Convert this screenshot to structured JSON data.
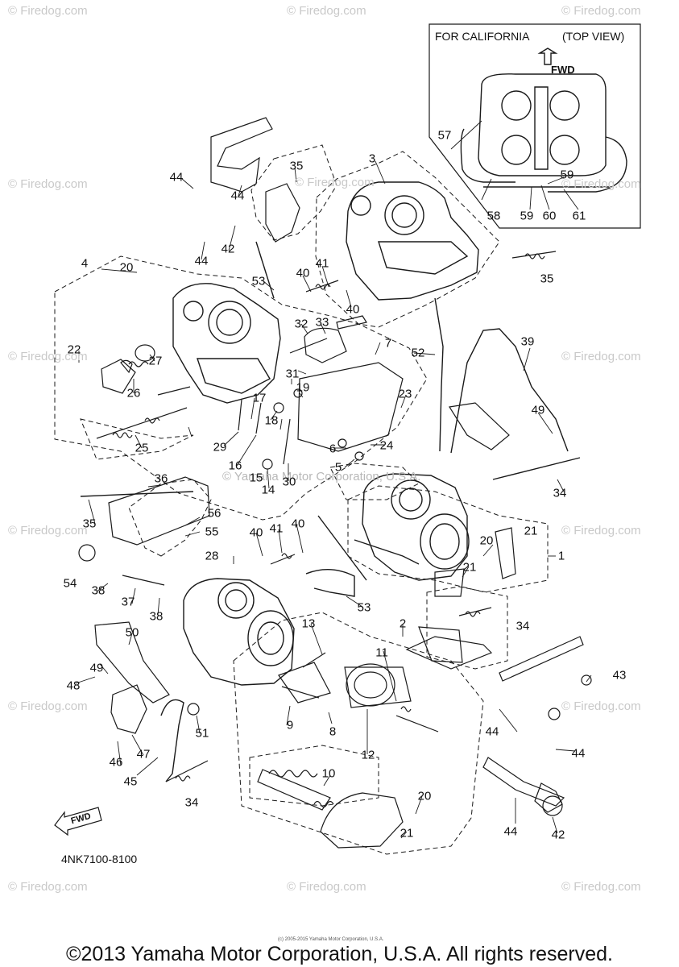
{
  "watermark_text": "© Firedog.com",
  "inset": {
    "title_left": "FOR CALIFORNIA",
    "title_right": "(TOP VIEW)",
    "fwd_label": "FWD"
  },
  "mid_watermark": "© Yamaha Motor Corporation, U.S.A.",
  "fwd_badge": "FWD",
  "diagram_code": "4NK7100-8100",
  "tiny_copyright": "(c) 2005-2015 Yamaha Motor Corporation, U.S.A.",
  "footer_copyright": "©2013 Yamaha Motor Corporation, U.S.A. All rights reserved.",
  "callouts": [
    "1",
    "2",
    "3",
    "4",
    "5",
    "6",
    "7",
    "8",
    "9",
    "10",
    "11",
    "12",
    "13",
    "14",
    "15",
    "16",
    "17",
    "18",
    "19",
    "20",
    "20",
    "20",
    "20",
    "21",
    "21",
    "21",
    "22",
    "23",
    "24",
    "25",
    "26",
    "27",
    "28",
    "29",
    "30",
    "31",
    "32",
    "33",
    "34",
    "34",
    "34",
    "34",
    "35",
    "35",
    "35",
    "36",
    "37",
    "38",
    "38",
    "39",
    "40",
    "40",
    "40",
    "40",
    "41",
    "41",
    "42",
    "42",
    "43",
    "44",
    "44",
    "44",
    "44",
    "44",
    "44",
    "44",
    "45",
    "46",
    "47",
    "48",
    "49",
    "49",
    "50",
    "51",
    "52",
    "53",
    "53",
    "54",
    "55",
    "56",
    "57",
    "58",
    "59",
    "59",
    "60",
    "61"
  ]
}
